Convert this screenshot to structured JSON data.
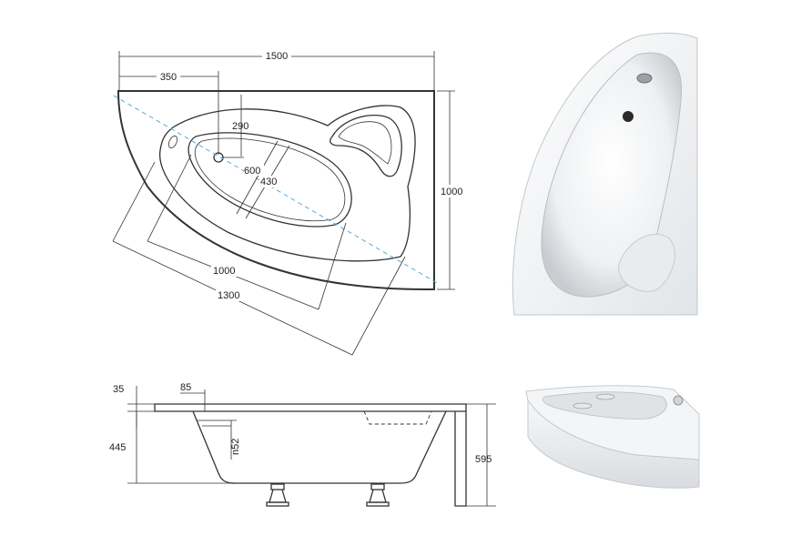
{
  "top_view": {
    "width_total": "1500",
    "offset_left": "350",
    "drain_offset": "290",
    "inner_600": "600",
    "inner_430": "430",
    "height_total": "1000",
    "diag_1000": "1000",
    "diag_1300": "1300"
  },
  "side_view": {
    "rim_thickness": "35",
    "rim_offset": "85",
    "depth": "445",
    "panel_height": "595",
    "drain_height": "n52"
  },
  "colors": {
    "line": "#333333",
    "axis": "#5aa9d6",
    "photo_bg": "#ffffff",
    "photo_shadow": "#cfd3d6"
  }
}
